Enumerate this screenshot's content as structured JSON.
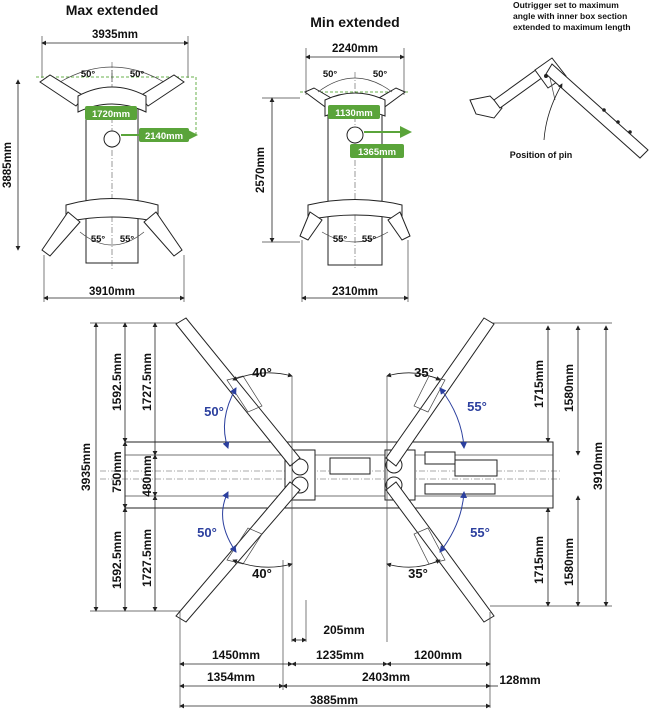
{
  "top_left": {
    "title": "Max extended",
    "width_top": "3935mm",
    "angle_left": "50°",
    "angle_right": "50°",
    "green_a": "1720mm",
    "green_b": "2140mm",
    "height": "3885mm",
    "angle_bl": "55°",
    "angle_br": "55°",
    "width_bottom": "3910mm"
  },
  "top_mid": {
    "title": "Min extended",
    "width_top": "2240mm",
    "angle_left": "50°",
    "angle_right": "50°",
    "green_a": "1130mm",
    "green_b": "1365mm",
    "height": "2570mm",
    "angle_bl": "55°",
    "angle_br": "55°",
    "width_bottom": "2310mm"
  },
  "top_right": {
    "caption_line1": "Outrigger set to maximum",
    "caption_line2": "angle with inner box section",
    "caption_line3": "extended to maximum length",
    "pin_label": "Position of pin"
  },
  "bottom": {
    "left_outer_top": "1592.5mm",
    "left_inner_top": "1727.5mm",
    "left_overall": "3935mm",
    "left_mid_outer": "750mm",
    "left_mid_inner": "480mm",
    "left_outer_bottom": "1592.5mm",
    "left_inner_bottom": "1727.5mm",
    "right_inner_top": "1715mm",
    "right_outer_top": "1580mm",
    "right_overall": "3910mm",
    "right_inner_bottom": "1715mm",
    "right_outer_bottom": "1580mm",
    "angle_tl_black": "40°",
    "angle_tl_blue": "50°",
    "angle_bl_blue": "50°",
    "angle_bl_black": "40°",
    "angle_tr_black": "35°",
    "angle_tr_blue": "55°",
    "angle_br_blue": "55°",
    "angle_br_black": "35°",
    "dim_205": "205mm",
    "dim_1450": "1450mm",
    "dim_1235": "1235mm",
    "dim_1200": "1200mm",
    "dim_1354": "1354mm",
    "dim_2403": "2403mm",
    "dim_128": "128mm",
    "dim_3885": "3885mm"
  },
  "colors": {
    "green": "#5aa43a",
    "blue": "#2b3f9e",
    "line": "#222222"
  }
}
